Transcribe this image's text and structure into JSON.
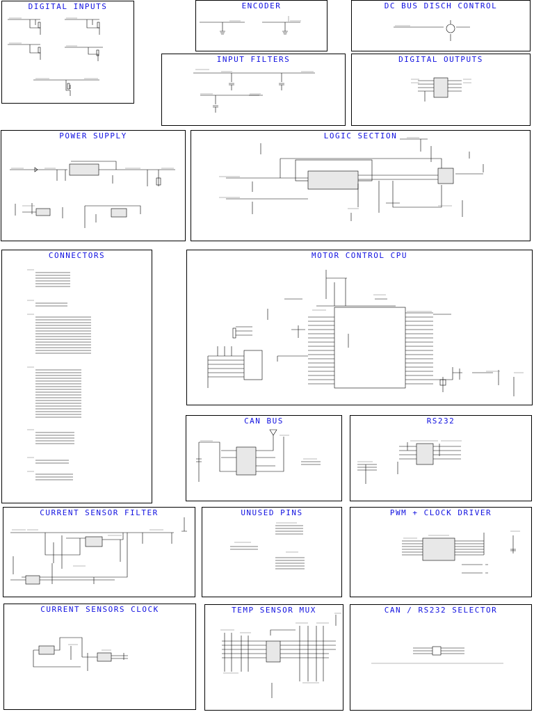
{
  "sheet": {
    "panels": [
      {
        "id": "digital-inputs",
        "title": "DIGITAL INPUTS"
      },
      {
        "id": "encoder",
        "title": "ENCODER"
      },
      {
        "id": "dc-bus-disch-control",
        "title": "DC BUS DISCH CONTROL"
      },
      {
        "id": "input-filters",
        "title": "INPUT FILTERS"
      },
      {
        "id": "digital-outputs",
        "title": "DIGITAL OUTPUTS"
      },
      {
        "id": "power-supply",
        "title": "POWER SUPPLY"
      },
      {
        "id": "logic-section",
        "title": "LOGIC SECTION"
      },
      {
        "id": "connectors",
        "title": "CONNECTORS"
      },
      {
        "id": "motor-control-cpu",
        "title": "MOTOR CONTROL CPU"
      },
      {
        "id": "can-bus",
        "title": "CAN BUS"
      },
      {
        "id": "rs232",
        "title": "RS232"
      },
      {
        "id": "current-sensor-filter",
        "title": "CURRENT SENSOR FILTER"
      },
      {
        "id": "unused-pins",
        "title": "UNUSED PINS"
      },
      {
        "id": "pwm-clock-driver",
        "title": "PWM + CLOCK DRIVER"
      },
      {
        "id": "current-sensors-clock",
        "title": "CURRENT SENSORS CLOCK"
      },
      {
        "id": "temp-sensor-mux",
        "title": "TEMP SENSOR MUX"
      },
      {
        "id": "can-rs232-selector",
        "title": "CAN / RS232 SELECTOR"
      }
    ]
  },
  "colors": {
    "title": "#1010e0",
    "border": "#000000",
    "wire": "#000000",
    "net_label": "#666666",
    "part_fill": "#e8e8e8"
  }
}
